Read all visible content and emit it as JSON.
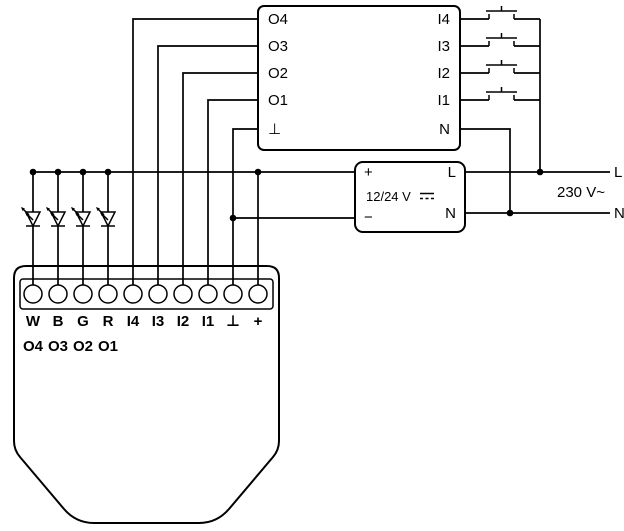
{
  "controller": {
    "outputs": [
      "O4",
      "O3",
      "O2",
      "O1"
    ],
    "ground": "⊥",
    "inputs": [
      "I4",
      "I3",
      "I2",
      "I1"
    ],
    "neutral": "N"
  },
  "psu": {
    "plus": "+",
    "minus": "−",
    "voltage": "12/24 V",
    "line": "L",
    "neutral": "N"
  },
  "mains": {
    "line": "L",
    "neutral": "N",
    "voltage": "230 V~"
  },
  "device": {
    "terminals": [
      "W",
      "B",
      "G",
      "R",
      "I4",
      "I3",
      "I2",
      "I1",
      "⊥",
      "+"
    ],
    "outputs": [
      "O4",
      "O3",
      "O2",
      "O1"
    ]
  },
  "colors": {
    "line": "#000000",
    "background": "#ffffff"
  }
}
